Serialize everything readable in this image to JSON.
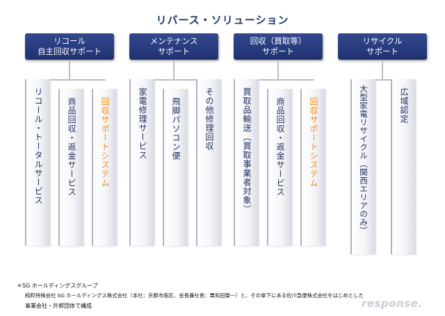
{
  "title": "リバース・ソリューション",
  "groups": [
    {
      "header": [
        "リコール",
        "自主回収サポート"
      ],
      "items": [
        {
          "label": "リコール・トータルサービス",
          "highlight": false
        },
        {
          "label": "商品回収・返金サービス",
          "highlight": false
        },
        {
          "label": "回収サポートシステム",
          "highlight": true
        }
      ]
    },
    {
      "header": [
        "メンテナンス",
        "サポート"
      ],
      "items": [
        {
          "label": "家電修理サービス",
          "highlight": false
        },
        {
          "label": "飛脚パソコン便",
          "highlight": false
        },
        {
          "label": "その他修理回収",
          "highlight": false
        }
      ]
    },
    {
      "header": [
        "回収（買取等）",
        "サポート"
      ],
      "items": [
        {
          "label": "買取品輸送（買取事業者対象）",
          "highlight": false
        },
        {
          "label": "商品回収・返金サービス",
          "highlight": false
        },
        {
          "label": "回収サポートシステム",
          "highlight": true
        }
      ]
    },
    {
      "header": [
        "リサイクル",
        "サポート"
      ],
      "items": [
        {
          "label": "大型家電リサイクル（関西エリアのみ）",
          "highlight": false
        },
        {
          "label": "広域認定",
          "highlight": false
        }
      ]
    }
  ],
  "footnote": {
    "heading": "＊SG ホールディングスグループ",
    "line1": "純粋持株会社 SG ホールディングス株式会社（本社：京都市南区、会長兼社長：栗和田榮一）と、その傘下にある佐川急便株式会社をはじめとした",
    "line2": "事業会社・外郭団体で構成"
  },
  "watermark": "response.",
  "colors": {
    "header": "#24377a",
    "highlight_text": "#f08a10",
    "text": "#1b2a5c"
  }
}
